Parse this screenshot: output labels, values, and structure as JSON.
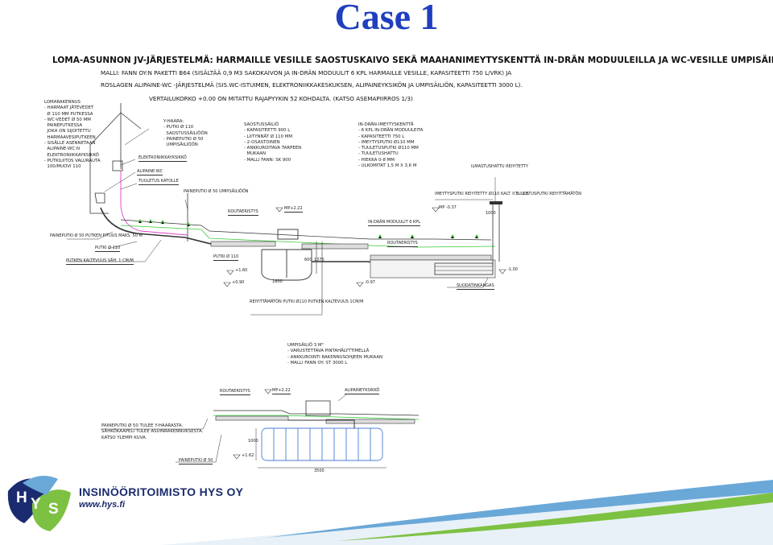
{
  "title": "Case 1",
  "header": {
    "line1": "LOMA-ASUNNON JV-JÄRJESTELMÄ: HARMAILLE VESILLE SAOSTUSKAIVO SEKÄ MAAHANIMEYTYSKENTTÄ IN-DRÄN MODUULEILLA JA WC-VESILLE UMPISÄILIÖ.",
    "line2": "MALLI: FANN OY:N PAKETTI B64 (SISÄLTÄÄ 0,9 M3 SAKOKAIVON JA IN-DRÄN MODUULIT 6 KPL HARMAILLE VESILLE, KAPASITEETTI 750 L/VRK) JA",
    "line3": "ROSLAGEN ALIPAINE-WC -JÄRJESTELMÄ (SIS.WC-ISTUIMEN, ELEKTRONIIKKAKESKUKSEN, ALIPAINEYKSIKÖN JA UMPISÄILIÖN, KAPASITEETTI 3000 L).",
    "line4": "VERTAILUKORKO +0.00 ON MITATTU RAJAPYYKIN 52 KOHDALTA. (KATSO ASEMAPIIRROS 1/3)"
  },
  "notes": {
    "lomarakennus": "LOMARAKENNUS\n- HARMAAT JÄTEVEDET\n  Ø 110 MM PUTKESSA\n- WC-VEDET Ø 50 MM\n  PAINEPUTKESSA\n  JOKA ON SIJOITETTU\n  HARMAAVESIPUTKEEN\n- SISÄLLE ASENNETAAN\n  ALIPAINE-WC:N\n  ELEKTRONIIKKAYKSIKKÖ\n- PUTKILIITOS VALURAUTA\n  100/MUOVI 110",
    "yhaara": "Y-HAARA:\n- PUTKI Ø 110\n  SAOSTUSSÄILIÖÖN\n- PAINEPUTKI Ø 50\n  UMPISÄILIÖÖN",
    "saostus": "SAOSTUSSÄILIÖ\n- KAPASITEETTI 900 L\n- LIITYNNÄT Ø 110 MM\n- 2-OSASTOINEN\n- ANKKUROITAVA TARPEEN\n  MUKAAN\n- MALLI FANN: SK 900",
    "indran": "IN-DRÄN-IMEYTYSKENTTÄ\n- 6 KPL IN-DRÄN MODUULEITA\n- KAPASITEETTI 750 L\n- IMEYTYSPUTKI Ø110 MM\n- TUULETUSPUTKI Ø110 MM\n- TUULETUSHATTU\n- HIEKKA 0-8 MM\n- ULKOMITAT 1,5 M X 3,6 M",
    "umpi": "UMPISÄILIÖ 3 M³\n- VARUSTETTAVA PINTAHÄLYTTIMELLÄ\n- ANKKUROINTI RAKENNUSOHJEEN MUKAAN\n- MALLI FANN OY: ST 3000 L",
    "bottom_left": "PAINEPUTKI Ø 50 TULEE Y-HAARASTA.\nSÄHKÖKAAPELI TULEE ASUINRAKENNUKSESTA.\nKATSO YLEMPI KUVA."
  },
  "labels": {
    "elektroniikka": "ELEKTRONIIKKAYKSIKKÖ",
    "alipaine_wc": "ALIPAINE-WC",
    "tuuletus_katolle": "TUULETUS KATOLLE",
    "paineputki_umpi": "PAINEPUTKI Ø 50\nUMPISÄILIÖÖN",
    "routaeristys": "ROUTAERISTYS",
    "mp1": "MP+2.22",
    "paineputki_left": "PAINEPUTKI Ø 50\nPUTKEN PITUUS MAKS. 50 M",
    "putki110": "PUTKI Ø 110",
    "putken_kaltevuus": "PUTKEN KALTEVUUS VÄH. 1 CM/M",
    "putki110b": "PUTKI Ø 110",
    "lvl160": "+1.60",
    "lvl090": "+0.90",
    "dim1600": "1600",
    "dim600": "600",
    "dim1375": "1375",
    "reiat": "REIYITTÄMÄTÖN PUTKI Ø110\nPUTKEN KALTEVUUS 1CM/M",
    "indran_modules": "IN-DRÄN MODUULIT 6 KPL",
    "routaeristys2": "ROUTAERISTYS",
    "mp2": "MP -0.37",
    "lvl097": "-0.97",
    "suodatin": "SUODATINKANGAS",
    "imeytysputki": "IMEYTYSPUTKI REIYITETTY Ø110\nKALT. 0.5...1%",
    "ilmastushattu": "ILMASTUSHATTU\nREIYITETTY",
    "tuuletusputki": "TUULETUSPUTKI\nREIYITTÄMÄTÖN",
    "dim1000": "1000",
    "lvl100": "-1.00",
    "routaeristys3": "ROUTAERISTYS",
    "mp3": "MP+2.22",
    "alipaineyksikko": "ALIPAINEYKSIKKÖ",
    "dim1000b": "1000",
    "dim3500": "3500",
    "painep_bottom": "PAINEPUTKI Ø 50",
    "lvl162": "+1.62"
  },
  "footer": {
    "logo_letters": [
      "H",
      "Y",
      "S"
    ],
    "company": "INSINÖÖRITOIMISTO HYS OY",
    "url": "www.hys.fi"
  },
  "colors": {
    "title": "#1f3fbf",
    "pipe_magenta": "#e040c8",
    "grass_green": "#33cc33",
    "module_blue": "#4a7fd6",
    "footer_blue": "#6aa8d8",
    "footer_green": "#7dc142",
    "logo_navy": "#1a2b6f"
  }
}
